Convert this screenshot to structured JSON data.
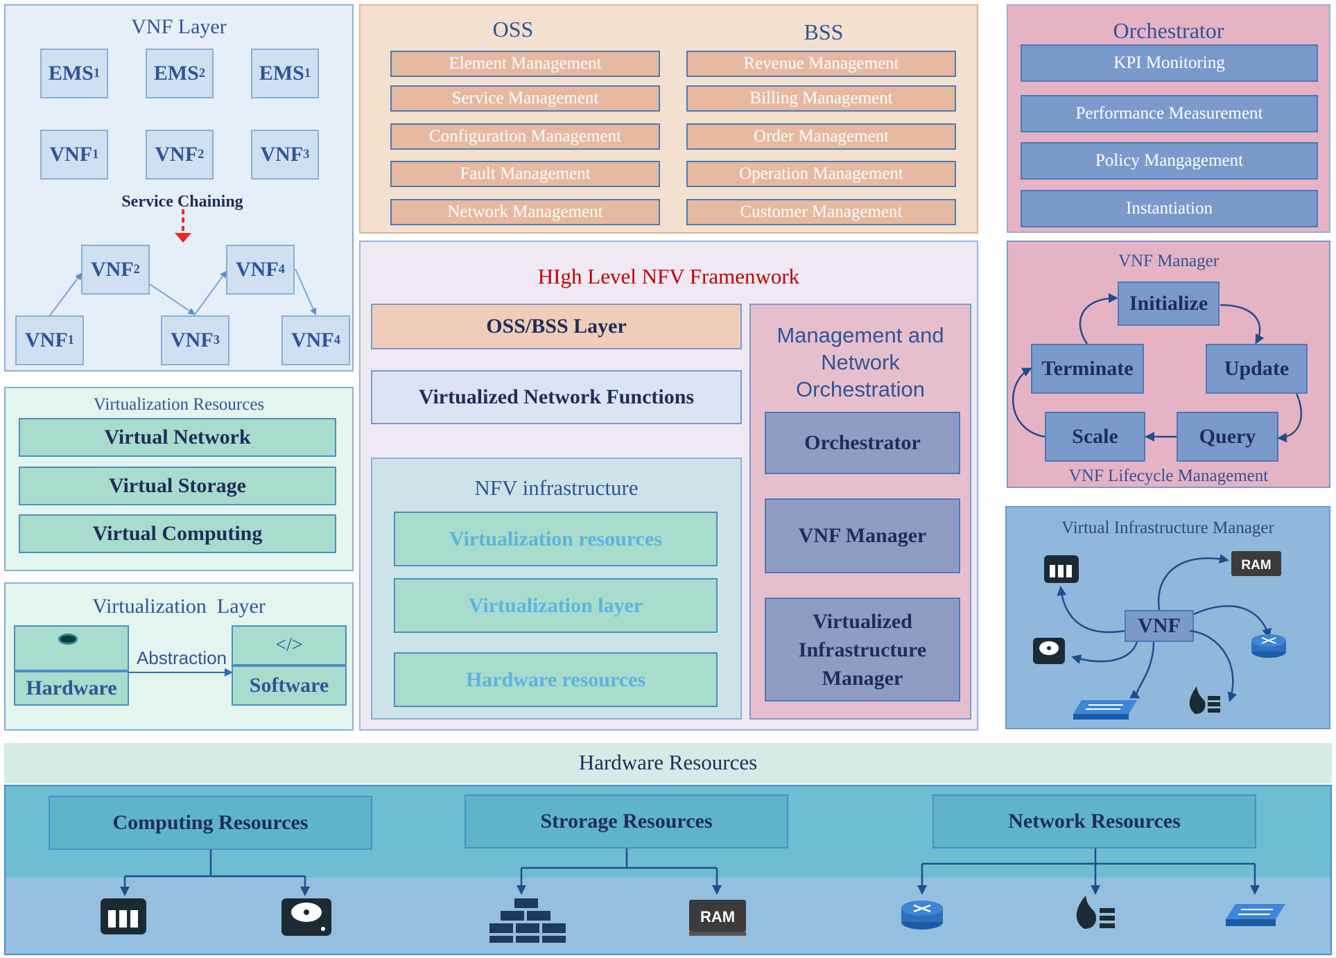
{
  "vnf_layer": {
    "title": "VNF Layer",
    "ems": [
      {
        "base": "EMS",
        "sub": "1"
      },
      {
        "base": "EMS",
        "sub": "2"
      },
      {
        "base": "EMS",
        "sub": "1"
      }
    ],
    "vnfs": [
      {
        "base": "VNF",
        "sub": "1"
      },
      {
        "base": "VNF",
        "sub": "2"
      },
      {
        "base": "VNF",
        "sub": "3"
      }
    ],
    "service_chaining": "Service Chaining",
    "chain": [
      {
        "base": "VNF",
        "sub": "2"
      },
      {
        "base": "VNF",
        "sub": "4"
      },
      {
        "base": "VNF",
        "sub": "1"
      },
      {
        "base": "VNF",
        "sub": "3"
      },
      {
        "base": "VNF",
        "sub": "4"
      }
    ]
  },
  "oss": {
    "title": "OSS",
    "items": [
      "Element Management",
      "Service Management",
      "Configuration Management",
      "Fault Management",
      "Network Management"
    ]
  },
  "bss": {
    "title": "BSS",
    "items": [
      "Revenue Management",
      "Billing Management",
      "Order Management",
      "Operation Management",
      "Customer Management"
    ]
  },
  "orchestrator": {
    "title": "Orchestrator",
    "items": [
      "KPI Monitoring",
      "Performance Measurement",
      "Policy Mangagement",
      "Instantiation"
    ]
  },
  "framework": {
    "title": "HIgh Level NFV Framenwork",
    "oss_bss": "OSS/BSS Layer",
    "vnf": "Virtualized Network Functions",
    "nfvi": {
      "title": "NFV infrastructure",
      "items": [
        "Virtualization resources",
        "Virtualization layer",
        "Hardware resources"
      ]
    },
    "mano": {
      "title": "Management and Network Orchestration",
      "items": [
        "Orchestrator",
        "VNF Manager",
        "Virtualized Infrastructure Manager"
      ]
    }
  },
  "vnf_manager": {
    "title": "VNF Manager",
    "initialize": "Initialize",
    "terminate": "Terminate",
    "update": "Update",
    "scale": "Scale",
    "query": "Query",
    "footer": "VNF Lifecycle Management"
  },
  "virt_resources": {
    "title": "Virtualization Resources",
    "items": [
      "Virtual Network",
      "Virtual Storage",
      "Virtual Computing"
    ]
  },
  "virt_layer": {
    "title": "Virtualization  Layer",
    "abstraction": "Abstraction",
    "hardware": "Hardware",
    "code_symbol": "</>",
    "software": "Software"
  },
  "vim": {
    "title": "Virtual Infrastructure Manager",
    "center": "VNF",
    "ram": "RAM"
  },
  "hardware_resources": {
    "title": "Hardware Resources",
    "items": [
      "Computing Resources",
      "Strorage Resources",
      "Network Resources"
    ],
    "ram": "RAM"
  },
  "colors": {
    "vnf_bg": "#e6eef7",
    "oss_bg": "#f3e0cf",
    "oss_item": "#e6b9a0",
    "orch_bg": "#e6b3c4",
    "orch_item": "#7b9acc",
    "framework_bg": "#efe9f4",
    "mano_bg": "#e7bfcc",
    "nfvi_bg": "#cde3e8",
    "virt_bg": "#e4f4ef",
    "teal_item": "#a8dccd",
    "vim_bg": "#8fb8dc",
    "hw_dark": "#6dbdd3",
    "hw_lower": "#95bfe0",
    "text_blue": "#2f5597",
    "text_navy": "#1f2d5a",
    "title_red": "#c00000"
  }
}
